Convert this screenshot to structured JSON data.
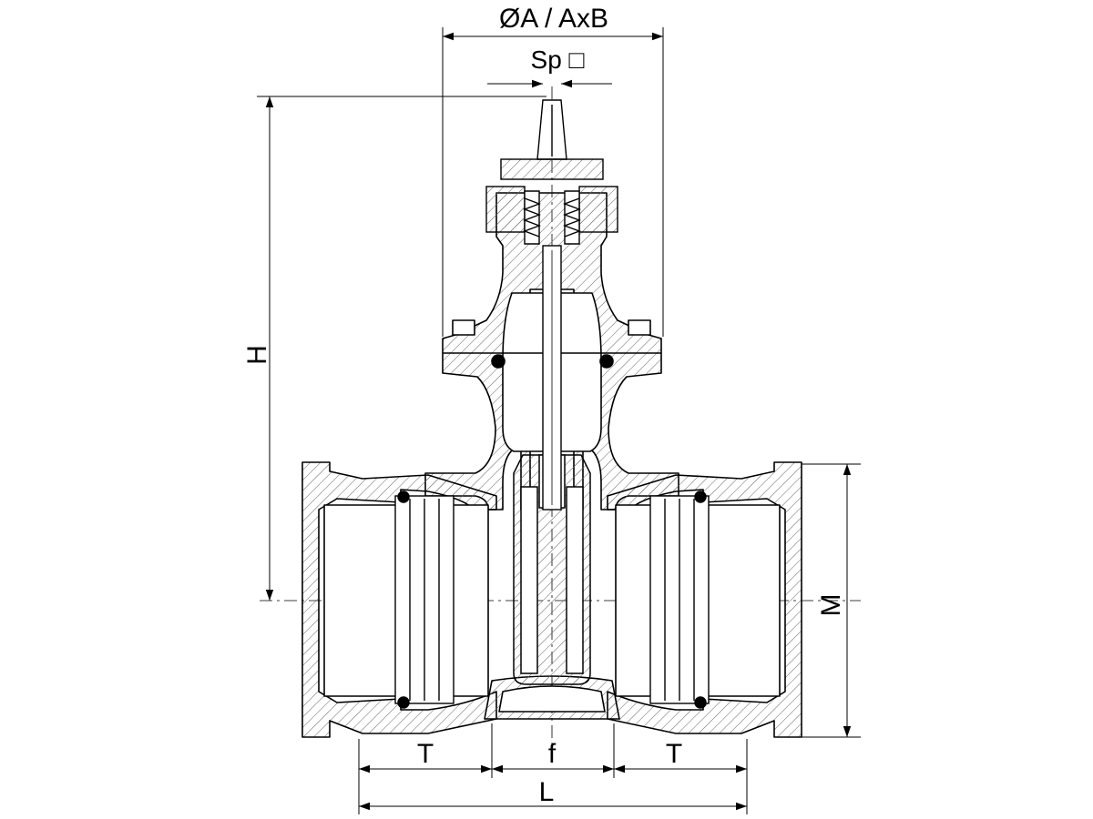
{
  "labels": {
    "top_dimension": "ØA / AxB",
    "spindle": "Sp □",
    "height": "H",
    "socket_depth_left": "T",
    "face_gap": "f",
    "socket_depth_right": "T",
    "overall_length": "L",
    "socket_dimension": "M"
  },
  "colors": {
    "line": "#000000",
    "hatch": "#555555",
    "background": "#ffffff"
  }
}
